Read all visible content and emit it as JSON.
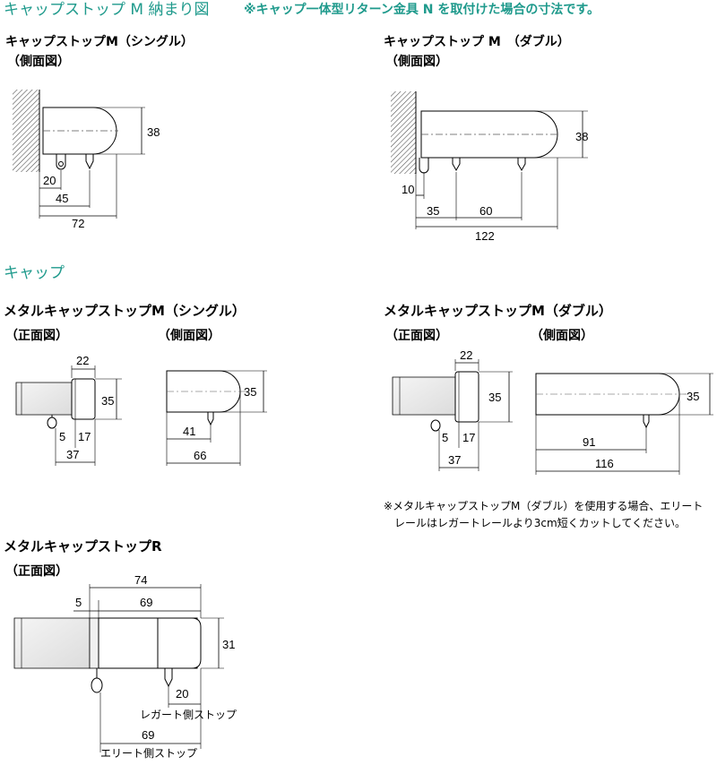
{
  "header": {
    "title": "キャップストップ M 納まり図",
    "note": "※キャップ一体型リターン金具 N を取付けた場合の寸法です。"
  },
  "section_cap": "キャップ",
  "diagrams": {
    "m_single": {
      "title": "キャップストップM（シングル）",
      "view": "（側面図）",
      "dims": {
        "height": "38",
        "d1": "20",
        "d2": "45",
        "total": "72"
      }
    },
    "m_double": {
      "title": "キャップストップ M　（ダブル）",
      "view": "（側面図）",
      "dims": {
        "height": "38",
        "d1": "10",
        "d2": "35",
        "d3": "60",
        "total": "122"
      }
    },
    "metal_single": {
      "title": "メタルキャップストップM（シングル）",
      "front_view": "（正面図）",
      "side_view": "（側面図）",
      "front": {
        "width": "22",
        "height": "35",
        "a": "5",
        "b": "17",
        "total": "37"
      },
      "side": {
        "height": "35",
        "d1": "41",
        "total": "66"
      }
    },
    "metal_double": {
      "title": "メタルキャップストップM（ダブル）",
      "front_view": "（正面図）",
      "side_view": "（側面図）",
      "front": {
        "width": "22",
        "height": "35",
        "a": "5",
        "b": "17",
        "total": "37"
      },
      "side": {
        "height": "35",
        "d1": "91",
        "total": "116"
      },
      "note_line1": "※メタルキャップストップM（ダブル）を使用する場合、エリート",
      "note_line2": "レールはレガートレールより3cm短くカットしてください。"
    },
    "metal_r": {
      "title": "メタルキャップストップR",
      "front_view": "（正面図）",
      "dims": {
        "top_total": "74",
        "offset": "5",
        "top_inner": "69",
        "height": "31",
        "legato": "20",
        "elite": "69"
      },
      "legato_label": "レガート側ストップ",
      "elite_label": "エリート側ストップ"
    }
  }
}
